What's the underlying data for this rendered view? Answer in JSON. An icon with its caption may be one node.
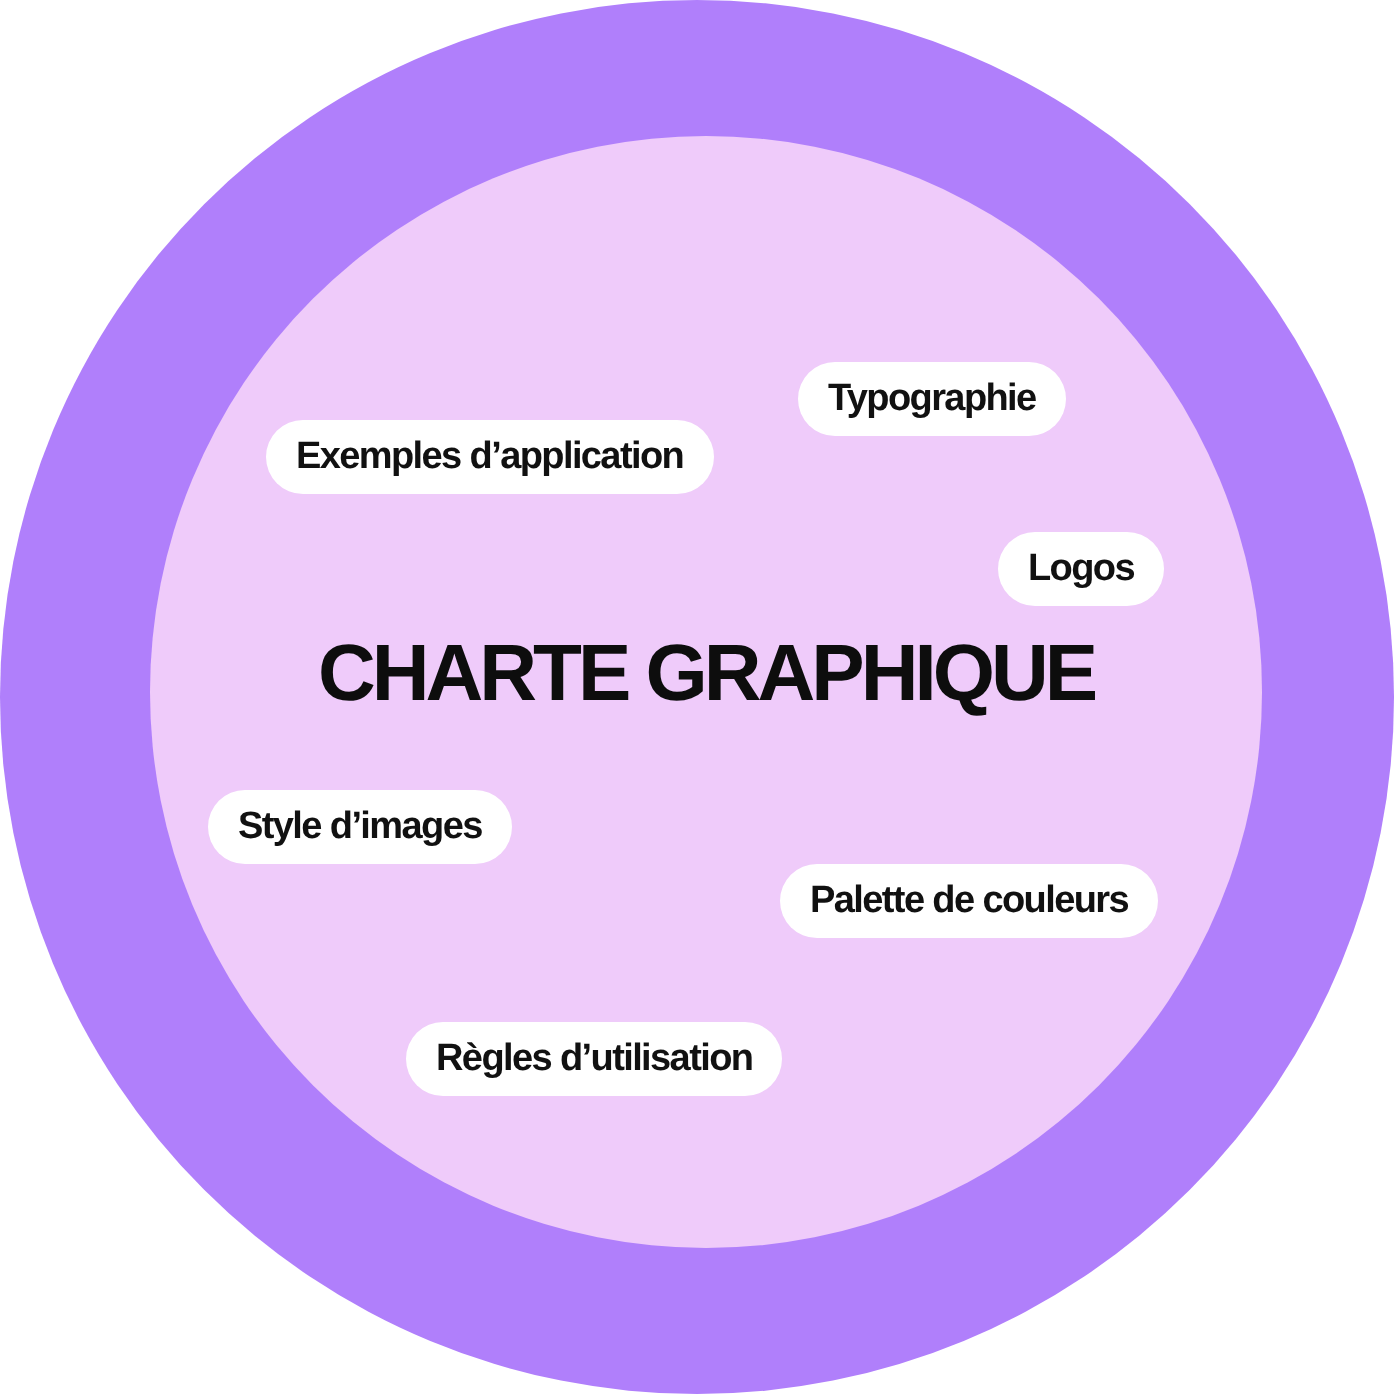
{
  "diagram": {
    "nodes": [
      {
        "text": [],
        "shape": "circle"
      },
      {
        "text": [
          "CHARTE GRAPHIQUE"
        ],
        "in": 0
      },
      {
        "text": [
          "Typographie"
        ],
        "in": 1
      },
      {
        "text": [
          "Exemples d’application"
        ],
        "in": 1
      },
      {
        "text": [
          "Logos"
        ],
        "in": 1
      },
      {
        "text": [
          "Style d’images"
        ],
        "in": 1
      },
      {
        "text": [
          "Palette de couleurs"
        ],
        "in": 1
      },
      {
        "text": [
          "Règles d’utilisation"
        ],
        "in": 1
      }
    ],
    "edges": []
  }
}
